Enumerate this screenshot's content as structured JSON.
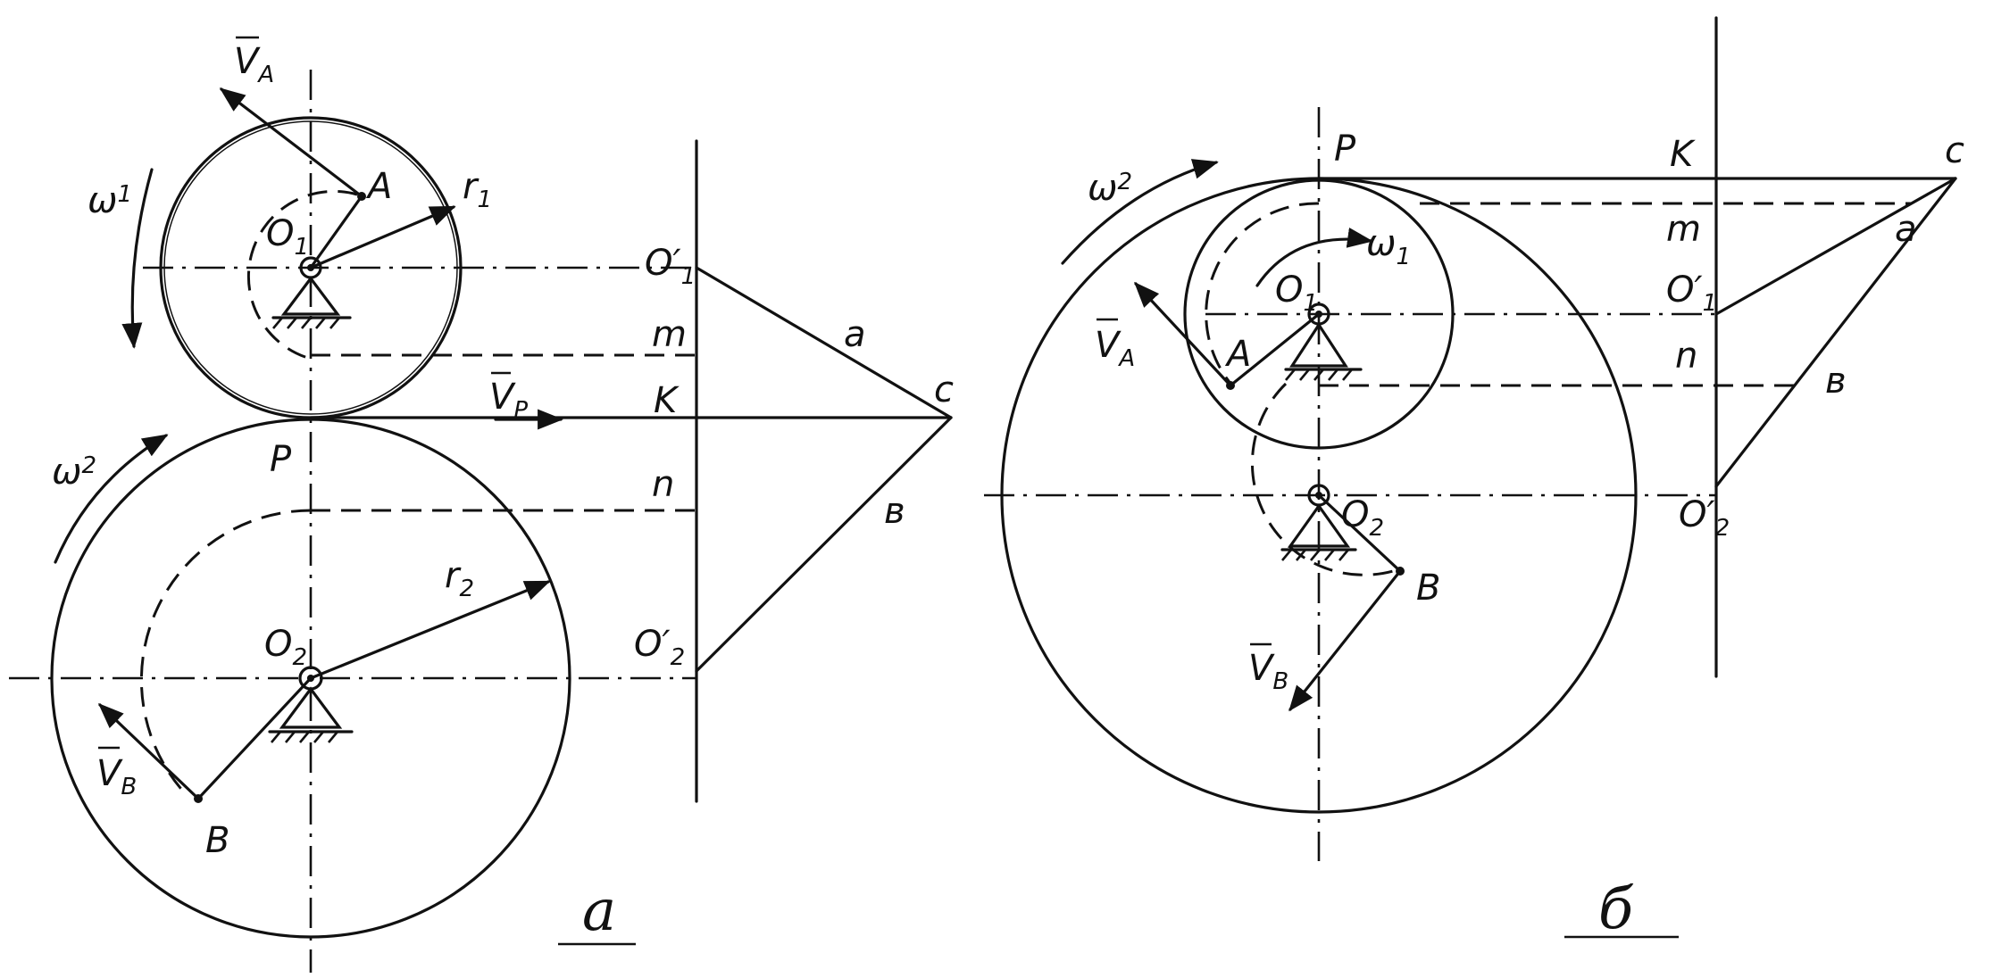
{
  "labels": {
    "va": "V",
    "va_sub": "A",
    "vb": "V",
    "vb_sub": "B",
    "vp": "V",
    "vp_sub": "P",
    "A": "A",
    "B": "B",
    "P": "P",
    "o1": "O",
    "o1_sub": "1",
    "o2": "O",
    "o2_sub": "2",
    "r1": "r",
    "r1_sub": "1",
    "r2": "r",
    "r2_sub": "2",
    "w1": "ω",
    "w1_sub": "1",
    "w2": "ω",
    "w2_sub": "2",
    "o1p": "O′",
    "o1p_sub": "1",
    "o2p": "O′",
    "o2p_sub": "2",
    "m": "m",
    "k": "K",
    "n": "n",
    "a": "a",
    "b": "в",
    "c": "c"
  },
  "captions": {
    "left": "a",
    "right": "б"
  }
}
